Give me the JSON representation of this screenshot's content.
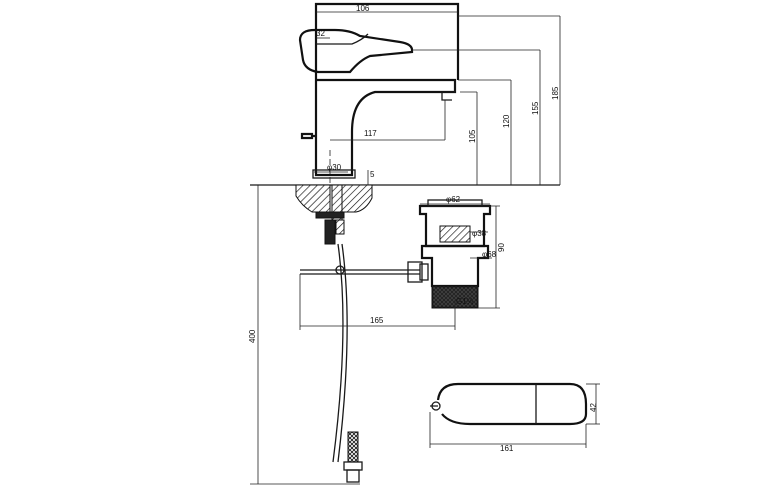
{
  "dimensions": {
    "top_width": "106",
    "lever_width": "32",
    "spout_reach": "117",
    "spout_outlet_height": "105",
    "body_height_120": "120",
    "lever_height_155": "155",
    "total_height": "185",
    "hole_diameter": "φ30",
    "deck_thickness": "5",
    "drain_top_diameter": "φ62",
    "drain_inner_diameter": "φ38",
    "drain_body_diameter": "φ68",
    "drain_height": "90",
    "thread": "G1¼",
    "rod_length": "165",
    "hose_length": "400",
    "plan_length": "161",
    "plan_width": "42"
  }
}
